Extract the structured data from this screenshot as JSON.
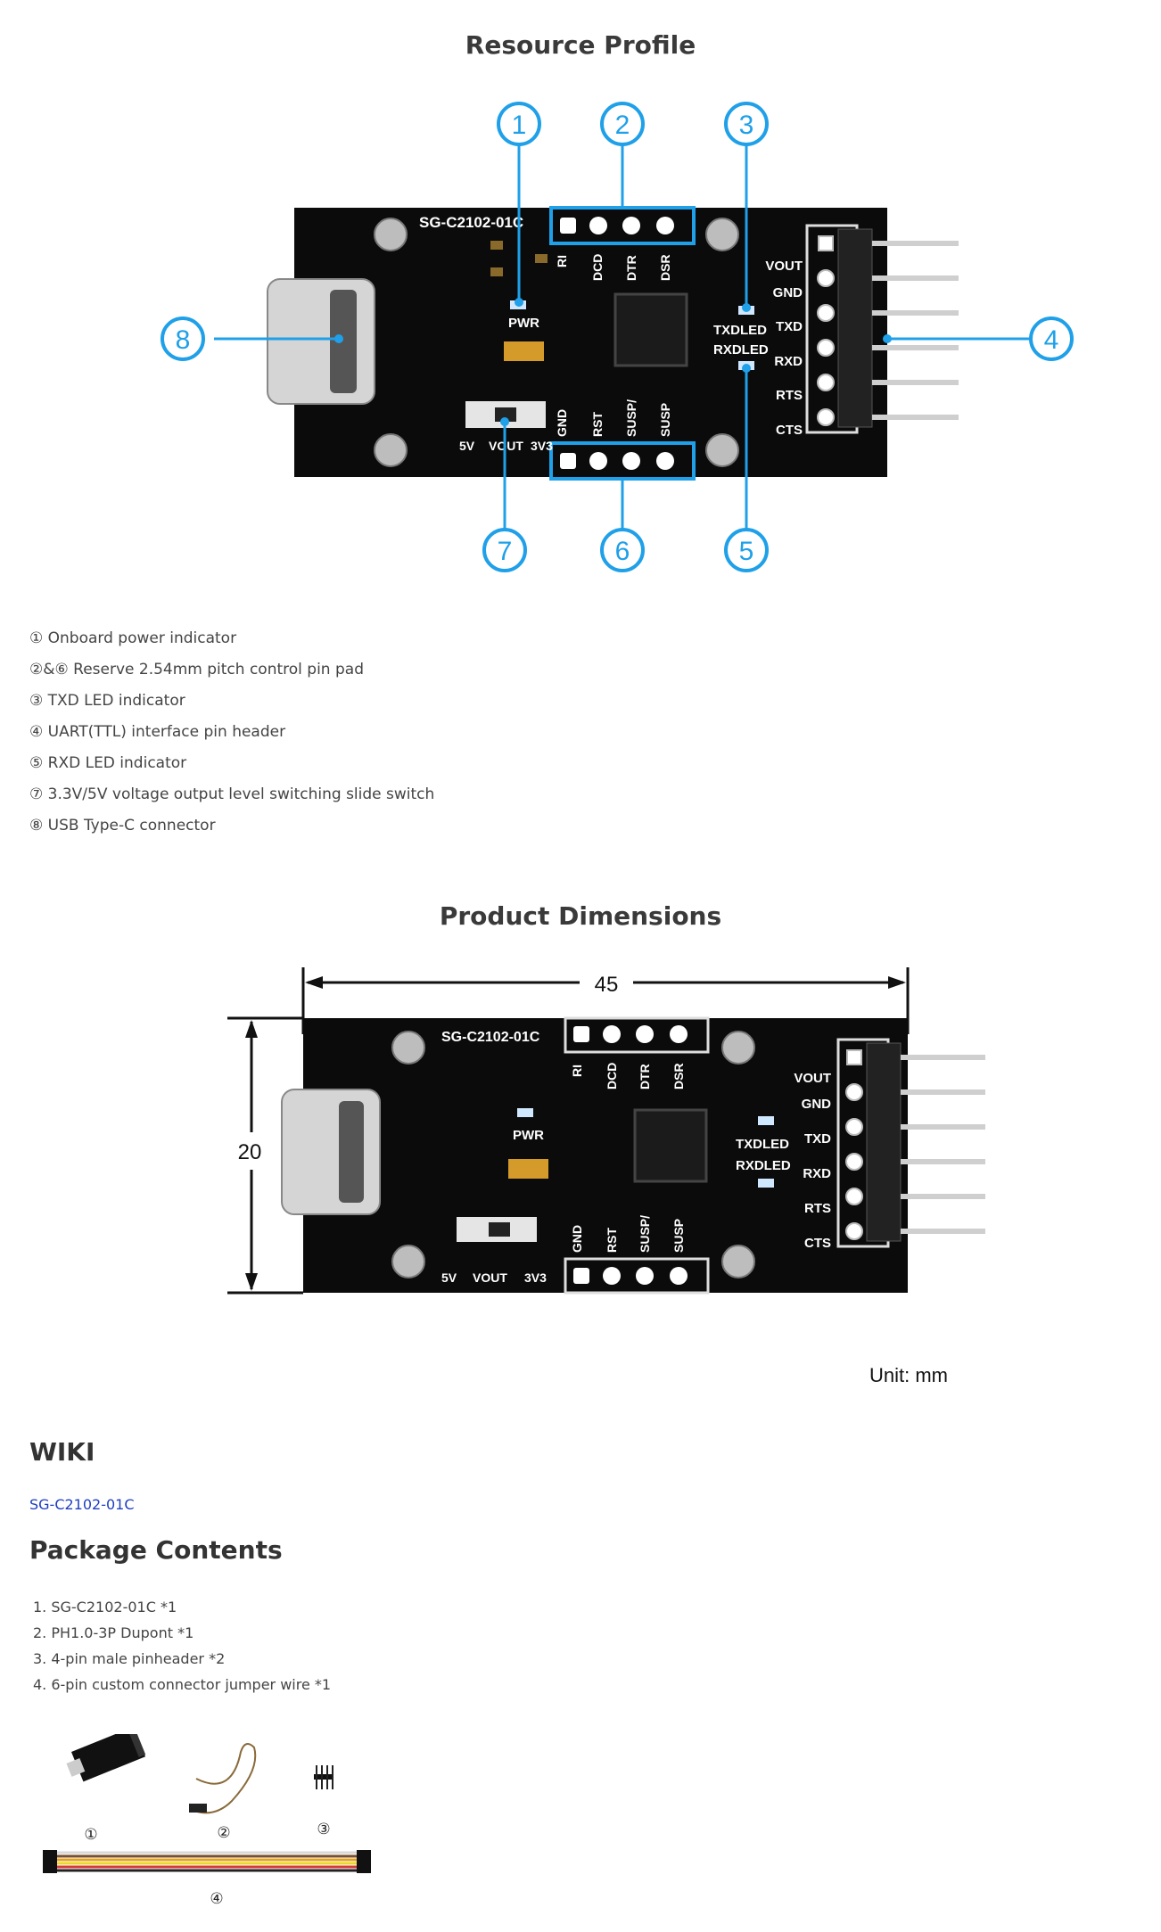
{
  "resource_profile": {
    "title": "Resource Profile",
    "callouts": [
      "1",
      "2",
      "3",
      "4",
      "5",
      "6",
      "7",
      "8"
    ],
    "board": {
      "model": "SG-C2102-01C",
      "top_pins": [
        "RI",
        "DCD",
        "DTR",
        "DSR"
      ],
      "bottom_pins": [
        "GND",
        "RST",
        "SUSP/",
        "SUSP"
      ],
      "right_pins": [
        "VOUT",
        "GND",
        "TXD",
        "RXD",
        "RTS",
        "CTS"
      ],
      "pwr": "PWR",
      "txdled": "TXDLED",
      "rxdled": "RXDLED",
      "switch_labels": [
        "5V",
        "VOUT",
        "3V3"
      ]
    },
    "features": [
      "① Onboard power indicator",
      "②&⑥ Reserve 2.54mm pitch control pin pad",
      "③ TXD LED indicator",
      "④ UART(TTL) interface pin header",
      "⑤ RXD LED indicator",
      "⑦ 3.3V/5V voltage output level switching slide switch",
      "⑧ USB Type-C connector"
    ]
  },
  "dimensions": {
    "title": "Product Dimensions",
    "width": "45",
    "height": "20",
    "unit": "Unit: mm"
  },
  "wiki": {
    "heading": "WIKI",
    "link": "SG-C2102-01C"
  },
  "package": {
    "heading": "Package Contents",
    "items": [
      "1. SG-C2102-01C *1",
      "2. PH1.0-3P Dupont *1",
      "3. 4-pin male pinheader *2",
      "4. 6-pin custom connector jumper wire *1"
    ],
    "labels": [
      "①",
      "②",
      "③",
      "④"
    ]
  }
}
